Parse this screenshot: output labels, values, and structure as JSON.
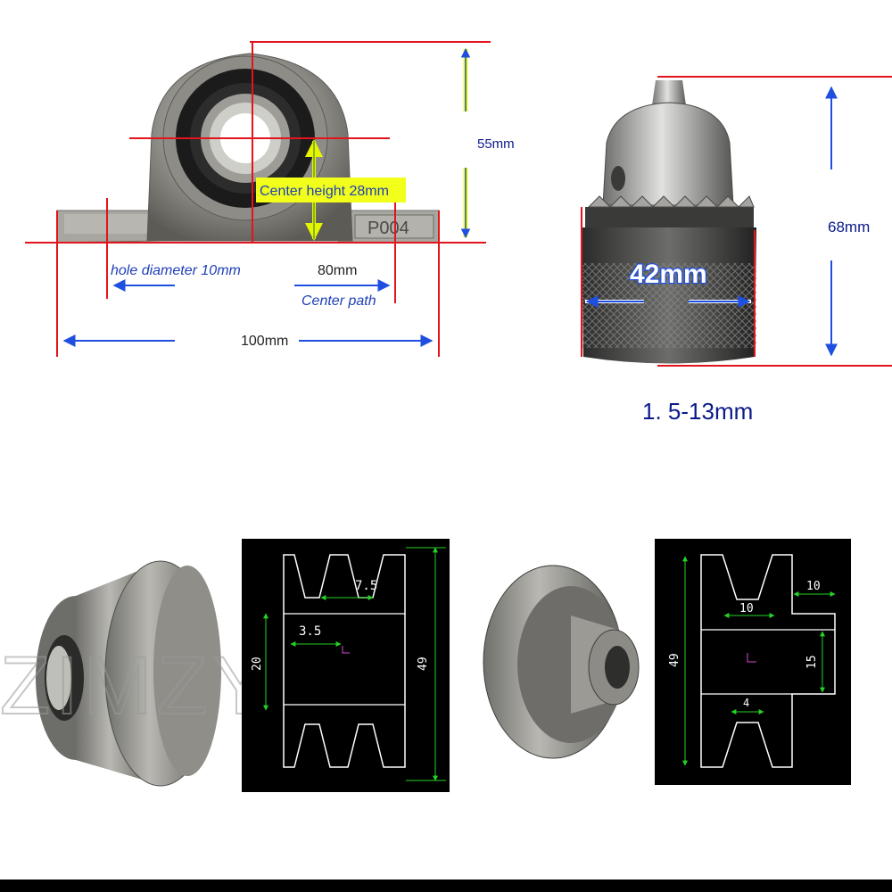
{
  "colors": {
    "dimension_red": "#e3141c",
    "arrow_blue": "#1f4fe0",
    "highlight_yellow": "#f2ff1a",
    "cad_green": "#26d226",
    "cad_white": "#ffffff",
    "cad_background": "#000000",
    "metal_gray": "#8c8c86"
  },
  "bearing": {
    "part_marking": "P004",
    "height_label": "55mm",
    "center_height_label": "Center height 28mm",
    "hole_diameter_label": "hole diameter 10mm",
    "center_path_value": "80mm",
    "center_path_label": "Center path",
    "overall_length_label": "100mm"
  },
  "chuck": {
    "diameter_label": "42mm",
    "height_label": "68mm",
    "capacity_label": "1. 5-13mm"
  },
  "watermark": "ZIMZYM",
  "double_pulley_drawing": {
    "groove_pitch": "7.5",
    "groove_width": "3.5",
    "hub_height": "20",
    "overall_diameter": "49"
  },
  "single_pulley_drawing": {
    "groove_width": "10",
    "hub_length": "10",
    "bore": "15",
    "overall_diameter": "49",
    "groove_bottom": "4"
  }
}
